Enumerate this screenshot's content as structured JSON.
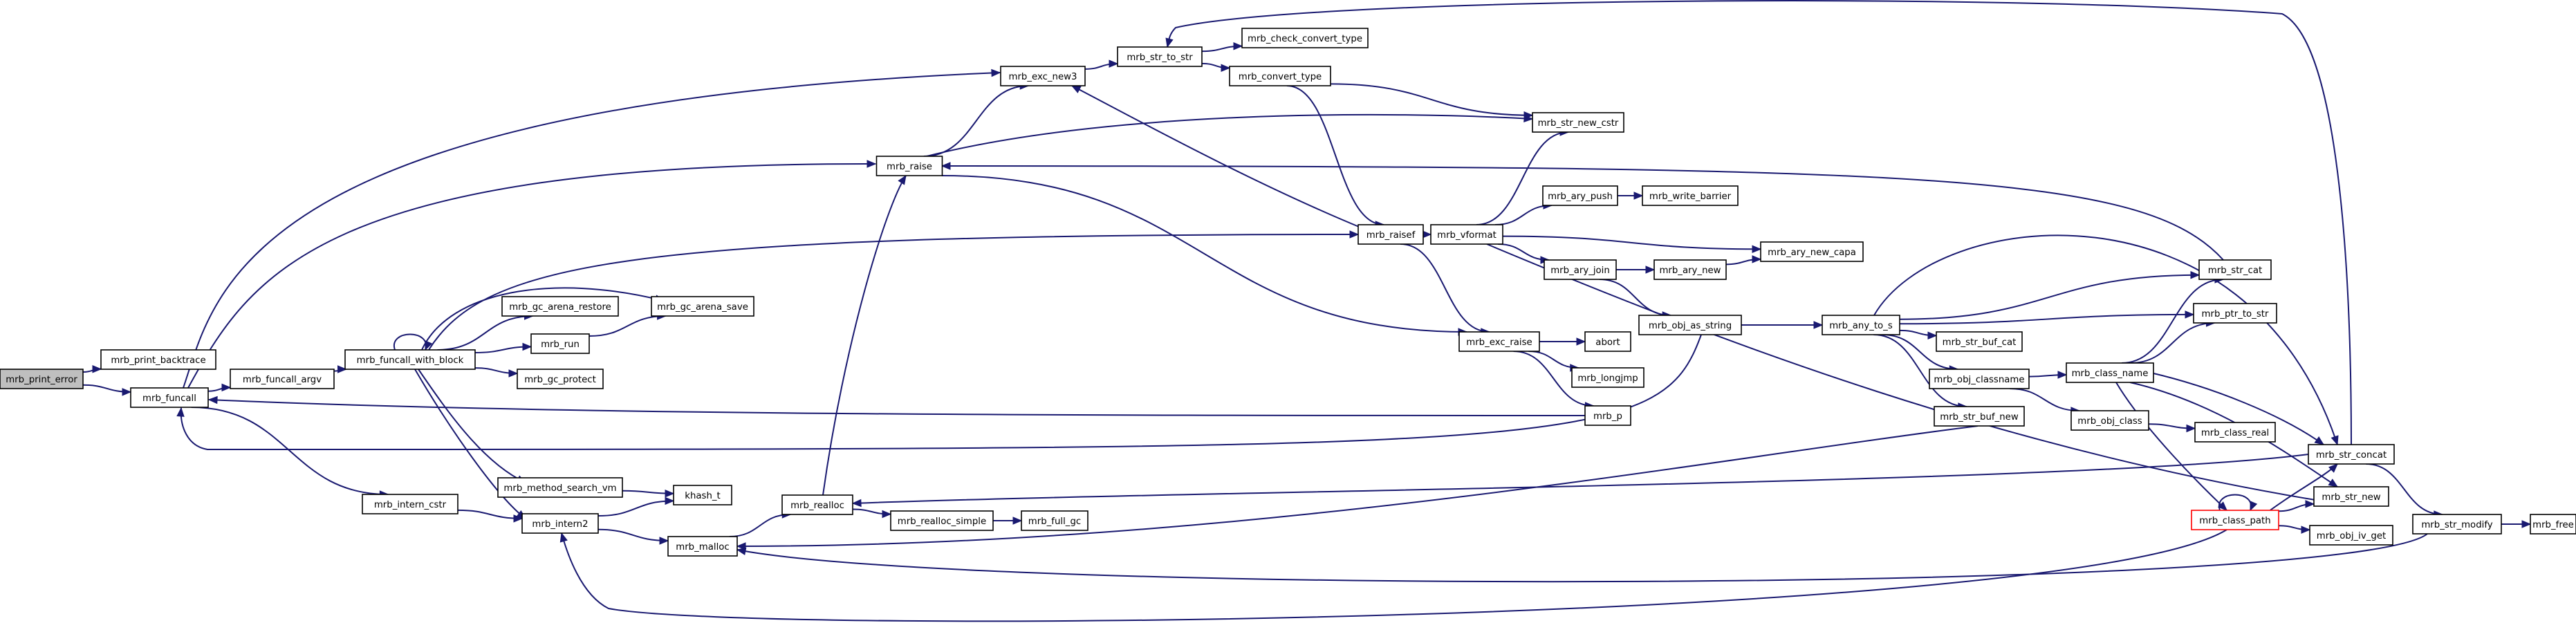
{
  "diagram": {
    "nodes": [
      {
        "id": "mrb_print_error",
        "label": "mrb_print_error",
        "root": true
      },
      {
        "id": "mrb_print_backtrace",
        "label": "mrb_print_backtrace"
      },
      {
        "id": "mrb_funcall",
        "label": "mrb_funcall"
      },
      {
        "id": "mrb_funcall_argv",
        "label": "mrb_funcall_argv"
      },
      {
        "id": "mrb_funcall_with_block",
        "label": "mrb_funcall_with_block"
      },
      {
        "id": "mrb_intern_cstr",
        "label": "mrb_intern_cstr"
      },
      {
        "id": "mrb_raise",
        "label": "mrb_raise"
      },
      {
        "id": "mrb_exc_new3",
        "label": "mrb_exc_new3"
      },
      {
        "id": "mrb_str_to_str",
        "label": "mrb_str_to_str"
      },
      {
        "id": "mrb_check_convert_type",
        "label": "mrb_check_convert_type"
      },
      {
        "id": "mrb_convert_type",
        "label": "mrb_convert_type"
      },
      {
        "id": "mrb_str_new_cstr",
        "label": "mrb_str_new_cstr"
      },
      {
        "id": "mrb_gc_arena_restore",
        "label": "mrb_gc_arena_restore"
      },
      {
        "id": "mrb_gc_arena_save",
        "label": "mrb_gc_arena_save"
      },
      {
        "id": "mrb_run",
        "label": "mrb_run"
      },
      {
        "id": "mrb_gc_protect",
        "label": "mrb_gc_protect"
      },
      {
        "id": "mrb_method_search_vm",
        "label": "mrb_method_search_vm"
      },
      {
        "id": "khash_t",
        "label": "khash_t"
      },
      {
        "id": "mrb_intern2",
        "label": "mrb_intern2"
      },
      {
        "id": "mrb_malloc",
        "label": "mrb_malloc"
      },
      {
        "id": "mrb_realloc",
        "label": "mrb_realloc"
      },
      {
        "id": "mrb_realloc_simple",
        "label": "mrb_realloc_simple"
      },
      {
        "id": "mrb_full_gc",
        "label": "mrb_full_gc"
      },
      {
        "id": "mrb_raisef",
        "label": "mrb_raisef"
      },
      {
        "id": "mrb_vformat",
        "label": "mrb_vformat"
      },
      {
        "id": "mrb_ary_push",
        "label": "mrb_ary_push"
      },
      {
        "id": "mrb_write_barrier",
        "label": "mrb_write_barrier"
      },
      {
        "id": "mrb_ary_new_capa",
        "label": "mrb_ary_new_capa"
      },
      {
        "id": "mrb_ary_join",
        "label": "mrb_ary_join"
      },
      {
        "id": "mrb_ary_new",
        "label": "mrb_ary_new"
      },
      {
        "id": "mrb_obj_as_string",
        "label": "mrb_obj_as_string"
      },
      {
        "id": "mrb_exc_raise",
        "label": "mrb_exc_raise"
      },
      {
        "id": "abort",
        "label": "abort"
      },
      {
        "id": "mrb_longjmp",
        "label": "mrb_longjmp"
      },
      {
        "id": "mrb_p",
        "label": "mrb_p"
      },
      {
        "id": "mrb_any_to_s",
        "label": "mrb_any_to_s"
      },
      {
        "id": "mrb_str_cat",
        "label": "mrb_str_cat"
      },
      {
        "id": "mrb_ptr_to_str",
        "label": "mrb_ptr_to_str"
      },
      {
        "id": "mrb_str_buf_cat",
        "label": "mrb_str_buf_cat"
      },
      {
        "id": "mrb_obj_classname",
        "label": "mrb_obj_classname"
      },
      {
        "id": "mrb_class_name",
        "label": "mrb_class_name"
      },
      {
        "id": "mrb_str_buf_new",
        "label": "mrb_str_buf_new"
      },
      {
        "id": "mrb_obj_class",
        "label": "mrb_obj_class"
      },
      {
        "id": "mrb_class_real",
        "label": "mrb_class_real"
      },
      {
        "id": "mrb_str_concat",
        "label": "mrb_str_concat"
      },
      {
        "id": "mrb_str_new",
        "label": "mrb_str_new"
      },
      {
        "id": "mrb_class_path",
        "label": "mrb_class_path",
        "highlight": true
      },
      {
        "id": "mrb_obj_iv_get",
        "label": "mrb_obj_iv_get"
      },
      {
        "id": "mrb_str_modify",
        "label": "mrb_str_modify"
      },
      {
        "id": "mrb_free",
        "label": "mrb_free"
      }
    ],
    "edges": [
      [
        "mrb_print_error",
        "mrb_print_backtrace"
      ],
      [
        "mrb_print_error",
        "mrb_funcall"
      ],
      [
        "mrb_funcall",
        "mrb_funcall_argv"
      ],
      [
        "mrb_funcall",
        "mrb_intern_cstr"
      ],
      [
        "mrb_funcall",
        "mrb_raise"
      ],
      [
        "mrb_funcall",
        "mrb_exc_new3"
      ],
      [
        "mrb_funcall_argv",
        "mrb_funcall_with_block"
      ],
      [
        "mrb_funcall_with_block",
        "mrb_funcall_with_block"
      ],
      [
        "mrb_funcall_with_block",
        "mrb_gc_arena_restore"
      ],
      [
        "mrb_funcall_with_block",
        "mrb_gc_arena_save"
      ],
      [
        "mrb_funcall_with_block",
        "mrb_run"
      ],
      [
        "mrb_funcall_with_block",
        "mrb_gc_protect"
      ],
      [
        "mrb_funcall_with_block",
        "mrb_method_search_vm"
      ],
      [
        "mrb_funcall_with_block",
        "mrb_intern2"
      ],
      [
        "mrb_funcall_with_block",
        "mrb_raisef"
      ],
      [
        "mrb_run",
        "mrb_gc_arena_save"
      ],
      [
        "mrb_method_search_vm",
        "khash_t"
      ],
      [
        "mrb_intern_cstr",
        "mrb_intern2"
      ],
      [
        "mrb_intern2",
        "khash_t"
      ],
      [
        "mrb_intern2",
        "mrb_malloc"
      ],
      [
        "mrb_malloc",
        "mrb_realloc"
      ],
      [
        "mrb_realloc",
        "mrb_realloc_simple"
      ],
      [
        "mrb_realloc",
        "mrb_raise"
      ],
      [
        "mrb_realloc_simple",
        "mrb_full_gc"
      ],
      [
        "mrb_raise",
        "mrb_exc_new3"
      ],
      [
        "mrb_raise",
        "mrb_str_new_cstr"
      ],
      [
        "mrb_raise",
        "mrb_exc_raise"
      ],
      [
        "mrb_exc_new3",
        "mrb_str_to_str"
      ],
      [
        "mrb_str_to_str",
        "mrb_check_convert_type"
      ],
      [
        "mrb_str_to_str",
        "mrb_convert_type"
      ],
      [
        "mrb_convert_type",
        "mrb_str_new_cstr"
      ],
      [
        "mrb_convert_type",
        "mrb_raisef"
      ],
      [
        "mrb_raisef",
        "mrb_exc_new3"
      ],
      [
        "mrb_raisef",
        "mrb_vformat"
      ],
      [
        "mrb_raisef",
        "mrb_exc_raise"
      ],
      [
        "mrb_vformat",
        "mrb_str_new_cstr"
      ],
      [
        "mrb_vformat",
        "mrb_ary_push"
      ],
      [
        "mrb_vformat",
        "mrb_ary_new_capa"
      ],
      [
        "mrb_vformat",
        "mrb_ary_join"
      ],
      [
        "mrb_vformat",
        "mrb_str_new"
      ],
      [
        "mrb_ary_push",
        "mrb_write_barrier"
      ],
      [
        "mrb_ary_join",
        "mrb_ary_new"
      ],
      [
        "mrb_ary_join",
        "mrb_obj_as_string"
      ],
      [
        "mrb_ary_new",
        "mrb_ary_new_capa"
      ],
      [
        "mrb_obj_as_string",
        "mrb_any_to_s"
      ],
      [
        "mrb_obj_as_string",
        "mrb_funcall"
      ],
      [
        "mrb_exc_raise",
        "abort"
      ],
      [
        "mrb_exc_raise",
        "mrb_longjmp"
      ],
      [
        "mrb_exc_raise",
        "mrb_p"
      ],
      [
        "mrb_p",
        "mrb_funcall"
      ],
      [
        "mrb_any_to_s",
        "mrb_str_cat"
      ],
      [
        "mrb_any_to_s",
        "mrb_ptr_to_str"
      ],
      [
        "mrb_any_to_s",
        "mrb_str_buf_cat"
      ],
      [
        "mrb_any_to_s",
        "mrb_obj_classname"
      ],
      [
        "mrb_any_to_s",
        "mrb_str_buf_new"
      ],
      [
        "mrb_any_to_s",
        "mrb_str_concat"
      ],
      [
        "mrb_str_cat",
        "mrb_raise"
      ],
      [
        "mrb_obj_classname",
        "mrb_class_name"
      ],
      [
        "mrb_obj_classname",
        "mrb_obj_class"
      ],
      [
        "mrb_class_name",
        "mrb_str_cat"
      ],
      [
        "mrb_class_name",
        "mrb_ptr_to_str"
      ],
      [
        "mrb_class_name",
        "mrb_str_concat"
      ],
      [
        "mrb_class_name",
        "mrb_str_new"
      ],
      [
        "mrb_class_name",
        "mrb_class_path"
      ],
      [
        "mrb_obj_class",
        "mrb_class_real"
      ],
      [
        "mrb_str_buf_new",
        "mrb_malloc"
      ],
      [
        "mrb_str_concat",
        "mrb_str_to_str"
      ],
      [
        "mrb_str_concat",
        "mrb_realloc"
      ],
      [
        "mrb_str_concat",
        "mrb_str_modify"
      ],
      [
        "mrb_class_path",
        "mrb_class_path"
      ],
      [
        "mrb_class_path",
        "mrb_str_new"
      ],
      [
        "mrb_class_path",
        "mrb_obj_iv_get"
      ],
      [
        "mrb_class_path",
        "mrb_str_concat"
      ],
      [
        "mrb_class_path",
        "mrb_intern2"
      ],
      [
        "mrb_str_modify",
        "mrb_free"
      ],
      [
        "mrb_str_modify",
        "mrb_malloc"
      ]
    ]
  }
}
